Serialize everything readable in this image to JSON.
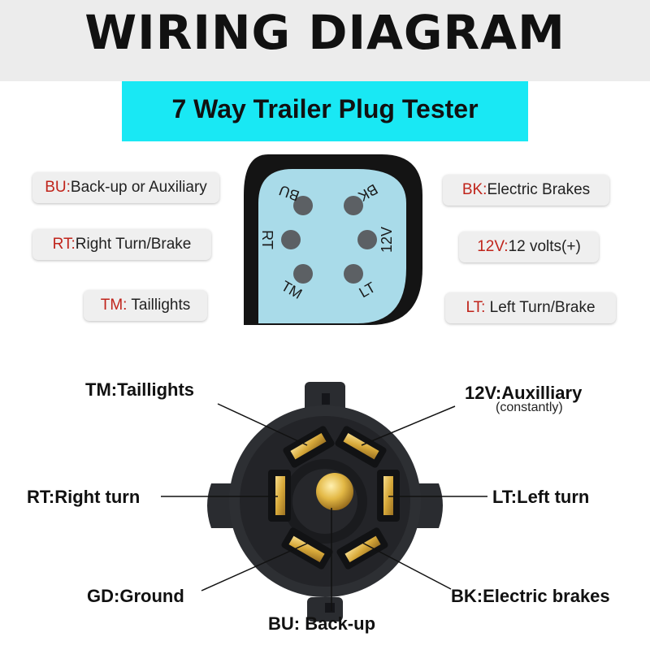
{
  "header": {
    "title": "WIRING DIAGRAM",
    "subtitle": "7 Way Trailer Plug Tester",
    "colors": {
      "banner": "#19e8f4",
      "code_text": "#c0241b",
      "tester_face": "#a9dbe9"
    }
  },
  "tester": {
    "pins": {
      "bu": "BU",
      "bk": "BK",
      "rt": "RT",
      "v12": "12V",
      "tm": "TM",
      "lt": "LT"
    },
    "legend": {
      "bu": {
        "code": "BU:",
        "text": "Back-up or Auxiliary"
      },
      "rt": {
        "code": "RT:",
        "text": "Right Turn/Brake"
      },
      "tm": {
        "code": "TM:",
        "text": " Taillights"
      },
      "bk": {
        "code": "BK:",
        "text": "Electric Brakes"
      },
      "v12": {
        "code": "12V:",
        "text": "12 volts(+)"
      },
      "lt": {
        "code": "LT:",
        "text": " Left Turn/Brake"
      }
    }
  },
  "connector": {
    "labels": {
      "tm": "TM:Taillights",
      "v12": "12V:Auxilliary",
      "v12_note": "(constantly)",
      "rt": "RT:Right turn",
      "lt": "LT:Left turn",
      "gd": "GD:Ground",
      "bk": "BK:Electric brakes",
      "bu": "BU: Back-up"
    }
  }
}
